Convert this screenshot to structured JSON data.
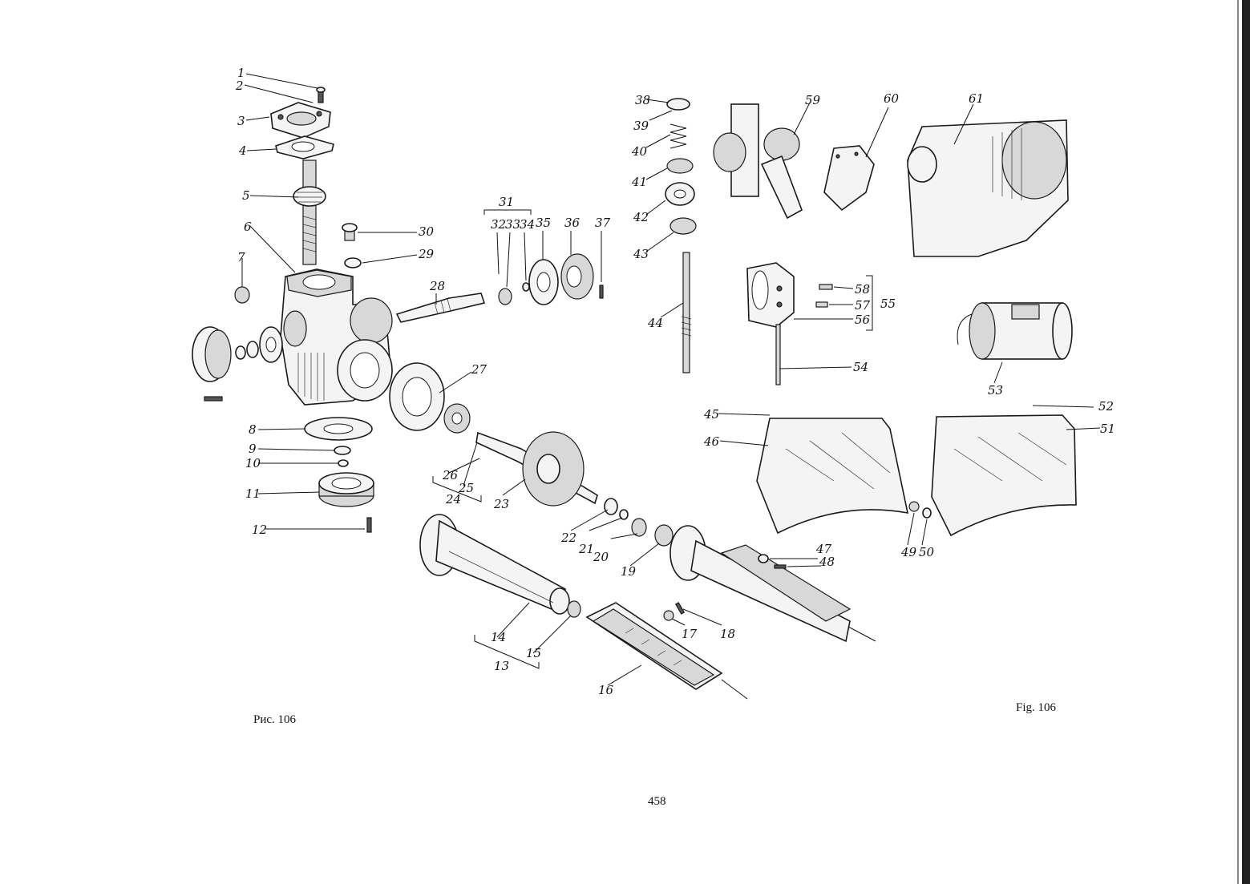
{
  "caption_ru": "Рис. 106",
  "caption_en": "Fig. 106",
  "page_number": "458",
  "callouts": {
    "c1": "1",
    "c2": "2",
    "c3": "3",
    "c4": "4",
    "c5": "5",
    "c6": "6",
    "c7": "7",
    "c8": "8",
    "c9": "9",
    "c10": "10",
    "c11": "11",
    "c12": "12",
    "c13": "13",
    "c14": "14",
    "c15": "15",
    "c16": "16",
    "c17": "17",
    "c18": "18",
    "c19": "19",
    "c20": "20",
    "c21": "21",
    "c22": "22",
    "c23": "23",
    "c24": "24",
    "c25": "25",
    "c26": "26",
    "c27": "27",
    "c28": "28",
    "c29": "29",
    "c30": "30",
    "c31": "31",
    "c32": "32",
    "c33": "33",
    "c34": "34",
    "c35": "35",
    "c36": "36",
    "c37": "37",
    "c38": "38",
    "c39": "39",
    "c40": "40",
    "c41": "41",
    "c42": "42",
    "c43": "43",
    "c44": "44",
    "c45": "45",
    "c46": "46",
    "c47": "47",
    "c48": "48",
    "c49": "49",
    "c50": "50",
    "c51": "51",
    "c52": "52",
    "c53": "53",
    "c54": "54",
    "c55": "55",
    "c56": "56",
    "c57": "57",
    "c58": "58",
    "c59": "59",
    "c60": "60",
    "c61": "61"
  }
}
